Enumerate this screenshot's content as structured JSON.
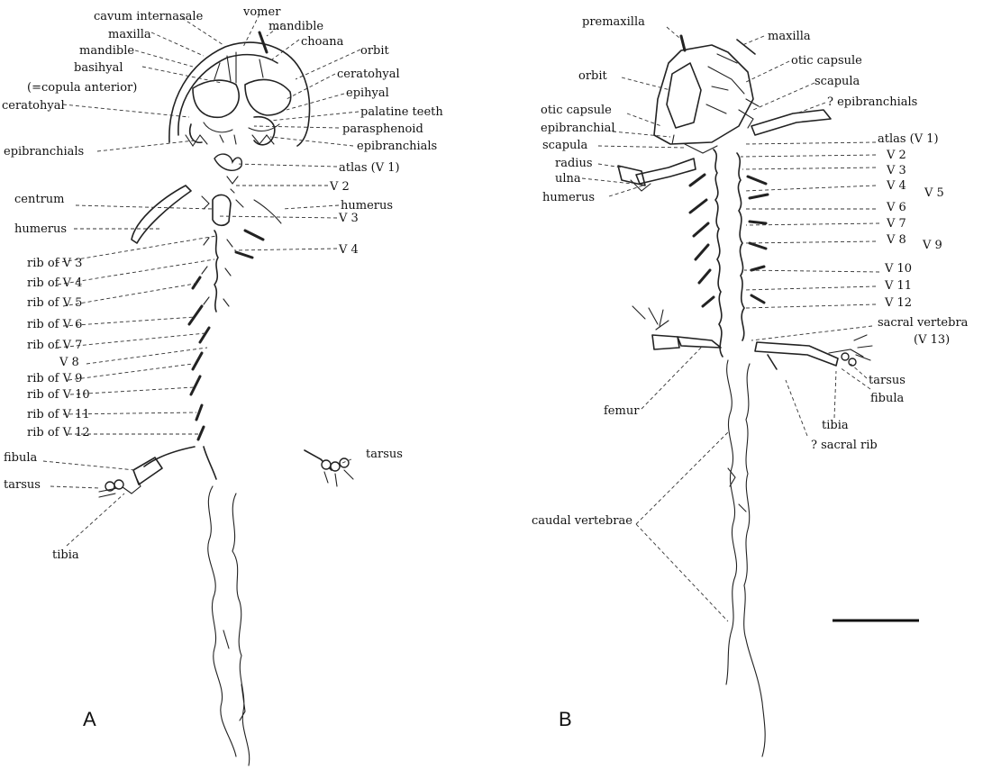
{
  "panelA": {
    "letter": "A",
    "labels": {
      "cavum_internasale": "cavum internasale",
      "vomer": "vomer",
      "mandible_r": "mandible",
      "maxilla": "maxilla",
      "choana": "choana",
      "mandible_l": "mandible",
      "orbit": "orbit",
      "basihyal": "basihyal",
      "copula": "(=copula anterior)",
      "ceratohyal_r": "ceratohyal",
      "ceratohyal_l": "ceratohyal",
      "epihyal": "epihyal",
      "palatine_teeth": "palatine teeth",
      "parasphenoid": "parasphenoid",
      "epibranchials_r": "epibranchials",
      "epibranchials_l": "epibranchials",
      "atlas": "atlas (V 1)",
      "v2": "V 2",
      "centrum": "centrum",
      "humerus_r": "humerus",
      "humerus_l": "humerus",
      "v3": "V 3",
      "v4": "V 4",
      "rib_v3": "rib of V 3",
      "rib_v4": "rib of V 4",
      "rib_v5": "rib of V 5",
      "rib_v6": "rib of V 6",
      "rib_v7": "rib of V 7",
      "v8": "V 8",
      "rib_v9": "rib of V 9",
      "rib_v10": "rib of V 10",
      "rib_v11": "rib of V 11",
      "rib_v12": "rib of V 12",
      "fibula": "fibula",
      "tarsus_l": "tarsus",
      "tarsus_r": "tarsus",
      "tibia": "tibia"
    }
  },
  "panelB": {
    "letter": "B",
    "labels": {
      "premaxilla": "premaxilla",
      "maxilla": "maxilla",
      "orbit": "orbit",
      "otic_capsule_r": "otic capsule",
      "scapula_r": "scapula",
      "epibranchials_r": "? epibranchials",
      "otic_capsule_l": "otic capsule",
      "epibranchial_l": "epibranchial",
      "scapula_l": "scapula",
      "radius": "radius",
      "ulna": "ulna",
      "humerus": "humerus",
      "atlas": "atlas (V 1)",
      "v2": "V 2",
      "v3": "V 3",
      "v4": "V 4",
      "v5": "V 5",
      "v6": "V 6",
      "v7": "V 7",
      "v8": "V 8",
      "v9": "V 9",
      "v10": "V 10",
      "v11": "V 11",
      "v12": "V 12",
      "sacral": "sacral vertebra",
      "v13": "(V 13)",
      "tarsus": "tarsus",
      "fibula": "fibula",
      "tibia": "tibia",
      "femur": "femur",
      "sacral_rib": "? sacral rib",
      "caudal": "caudal vertebrae"
    }
  }
}
